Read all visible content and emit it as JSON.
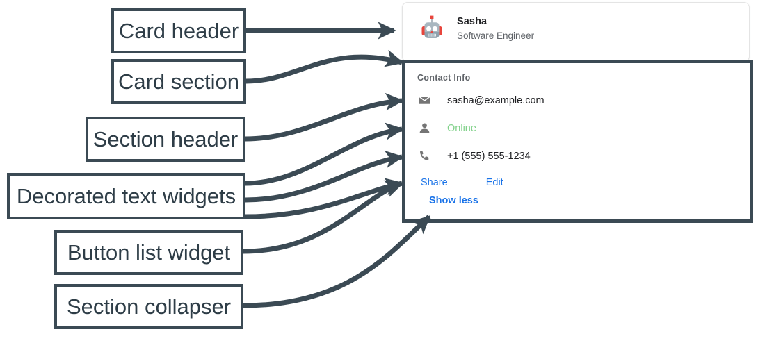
{
  "annotations": {
    "accent_color": "#3b4a54",
    "labels": [
      {
        "id": "card-header",
        "text": "Card header"
      },
      {
        "id": "card-section",
        "text": "Card section"
      },
      {
        "id": "section-header",
        "text": "Section header"
      },
      {
        "id": "decorated-text",
        "text": "Decorated text widgets"
      },
      {
        "id": "button-list",
        "text": "Button list widget"
      },
      {
        "id": "section-collapser",
        "text": "Section collapser"
      }
    ]
  },
  "card": {
    "header": {
      "avatar_icon": "robot-avatar-icon",
      "title": "Sasha",
      "subtitle": "Software Engineer"
    },
    "section": {
      "header": "Contact Info",
      "rows": [
        {
          "icon": "mail-icon",
          "text": "sasha@example.com",
          "status": false
        },
        {
          "icon": "person-icon",
          "text": "Online",
          "status": true
        },
        {
          "icon": "phone-icon",
          "text": "+1 (555) 555-1234",
          "status": false
        }
      ],
      "buttons": [
        {
          "label": "Share"
        },
        {
          "label": "Edit"
        }
      ],
      "collapser": "Show less"
    }
  },
  "colors": {
    "link": "#1a73e8",
    "status_online": "#81d18a",
    "annotation": "#3b4a54",
    "title": "#202124",
    "muted": "#5f6368"
  }
}
